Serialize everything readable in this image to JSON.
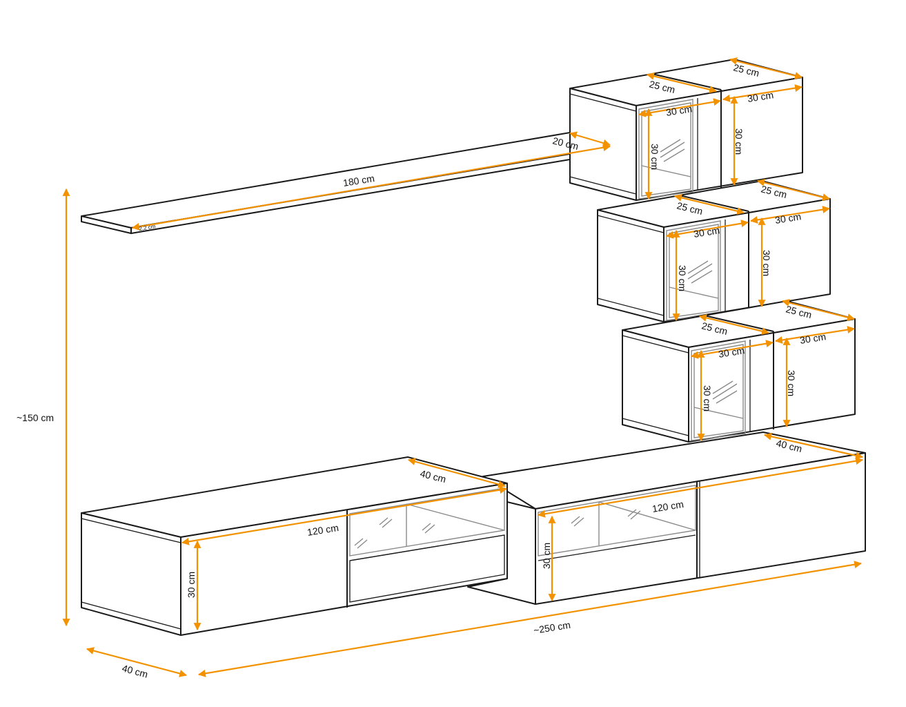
{
  "title": "Wall unit dimensions drawing",
  "colors": {
    "dimension": "#f39200",
    "outline": "#1a1a1a",
    "glass": "#8a8a8a"
  },
  "dimensions": {
    "total_height": "~150 cm",
    "total_width": "~250 cm",
    "depth_base": "40 cm",
    "shelf_length": "180 cm",
    "shelf_depth": "20 cm",
    "shelf_thickness": "2,2 cm",
    "cube_depth": "25 cm",
    "cube_width": "30 cm",
    "cube_height": "30 cm",
    "base_width": "120 cm",
    "base_height": "30 cm",
    "base_depth": "40 cm"
  }
}
